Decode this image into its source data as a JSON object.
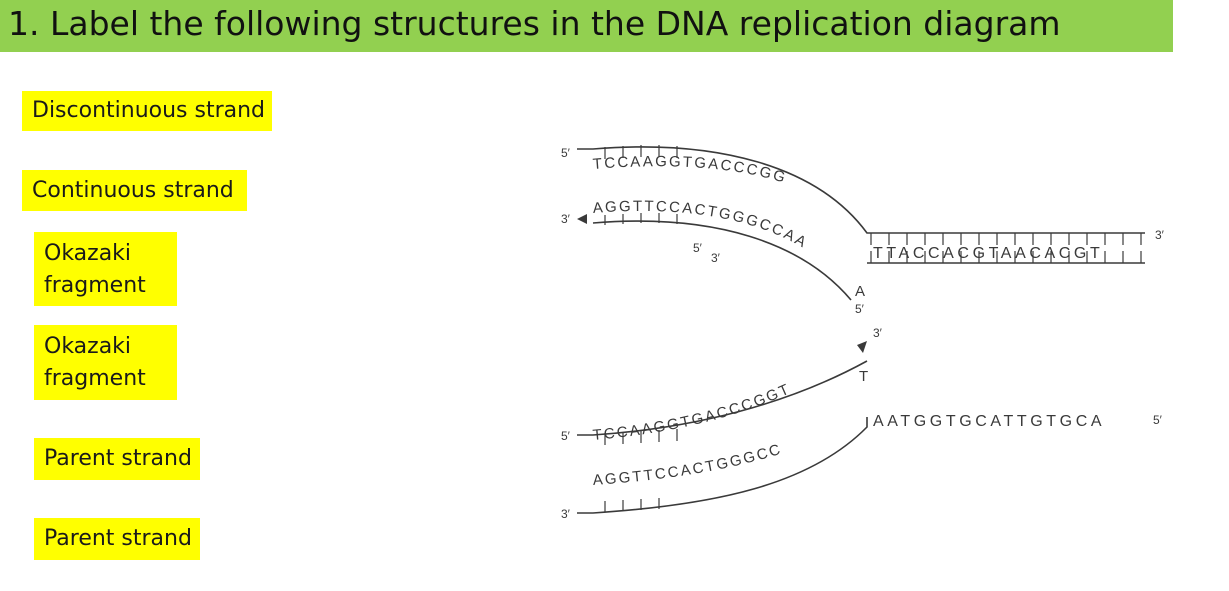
{
  "title": "1. Label the following structures in the DNA replication diagram",
  "labels": [
    "Discontinuous strand",
    "Continuous strand",
    "Okazaki fragment",
    "Okazaki fragment",
    "Parent strand",
    "Parent strand"
  ],
  "diagram": {
    "right_top_seq": "TTACCACGTAACACGT",
    "right_bottom_seq": "AATGGTGCATTGTGCA",
    "upper_arm_outer_seq": "TCCAAGGTGACCCGG",
    "upper_arm_inner_seq": "AGGTTCCACTGGGCCAA",
    "lower_arm_outer_seq": "TCCAAGGTGACCCGGT",
    "lower_arm_inner_seq": "AGGTTCCACTGGGCC",
    "tail_top": "T",
    "tail_upper_a": "A",
    "end_labels": {
      "top_left": "5′",
      "upper_inner_left": "3′",
      "fragment_5": "5′",
      "fragment_3": "3′",
      "top_right": "3′",
      "upper_fork_tail": "5′",
      "lower_fork_tip": "3′",
      "bottom_right": "5′",
      "lower_outer_left": "5′",
      "bottom_left": "3′"
    }
  }
}
